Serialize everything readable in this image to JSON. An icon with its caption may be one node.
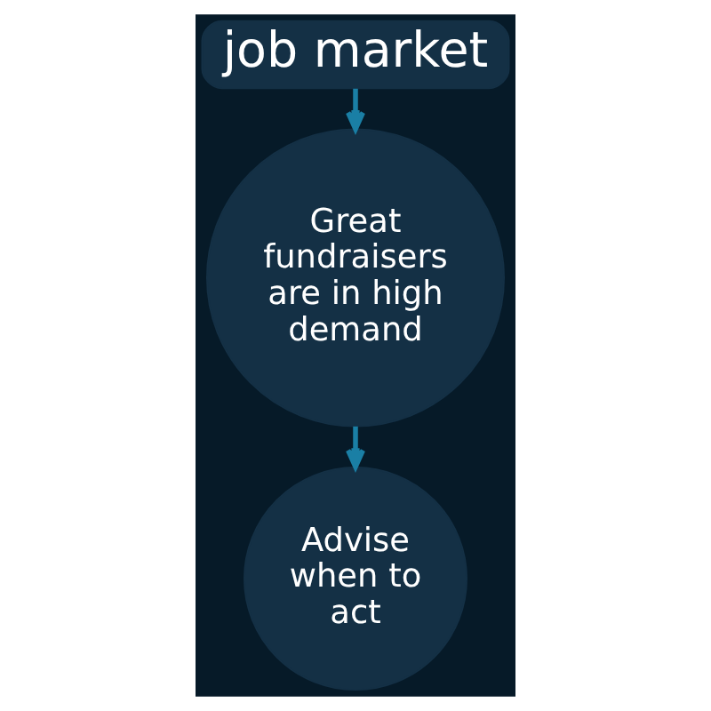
{
  "diagram": {
    "nodes": [
      {
        "text": [
          "job market"
        ]
      },
      {
        "text": [
          "Great fundraisers are in high demand"
        ]
      },
      {
        "text": [
          "Advise when to act"
        ]
      }
    ],
    "edges": [
      {
        "from": 0,
        "to": 1,
        "arrow": "to"
      },
      {
        "from": 1,
        "to": 2,
        "arrow": "to"
      }
    ]
  }
}
